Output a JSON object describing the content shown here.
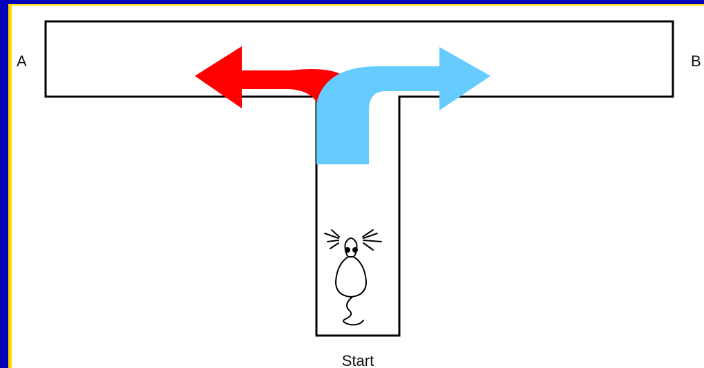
{
  "labels": {
    "left_arm": "A",
    "right_arm": "B",
    "start": "Start"
  },
  "colors": {
    "background": "#0000b8",
    "frame_accent": "#ffd800",
    "panel": "#ffffff",
    "maze_wall": "#000000",
    "left_arrow": "#ff0000",
    "right_arrow": "#66ccff"
  },
  "icons": {
    "subject": "mouse-icon",
    "left_turn": "curved-arrow-left-icon",
    "right_turn": "curved-arrow-right-icon"
  }
}
